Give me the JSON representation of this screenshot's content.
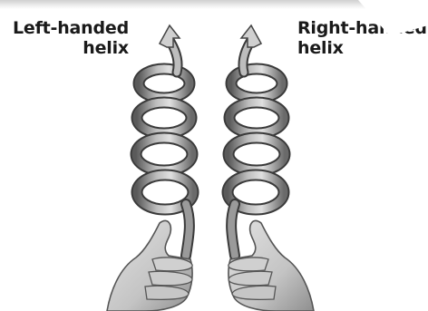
{
  "labels": {
    "left": [
      "Left-handed",
      "helix"
    ],
    "right": [
      "Right-handed",
      "helix"
    ]
  },
  "colors": {
    "helix_body": "#9a9a9a",
    "helix_dark": "#3c3c3c",
    "helix_light": "#d8d8d8",
    "skin": "#c9c9c9",
    "skin_shadow": "#8e8e8e",
    "text": "#1a1a1a"
  },
  "icons": {
    "left_arrow": "curved-arrow-up-icon",
    "right_arrow": "curved-arrow-up-icon",
    "left_hand": "left-hand-thumbs-up-icon",
    "right_hand": "right-hand-thumbs-up-icon"
  }
}
